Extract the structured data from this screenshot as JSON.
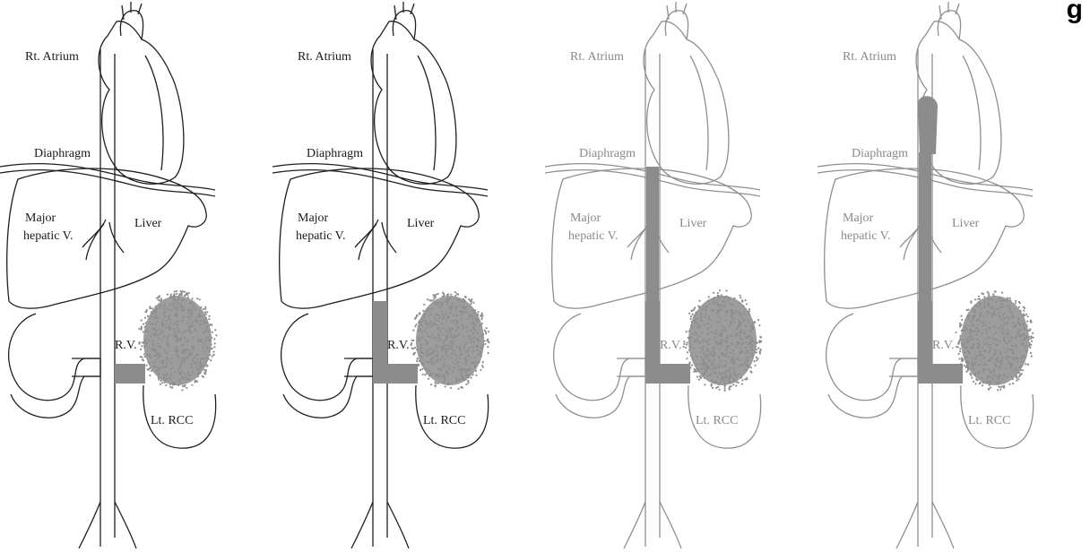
{
  "corner_text": "g",
  "labels": {
    "atrium": "Rt. Atrium",
    "diaphragm": "Diaphragm",
    "major": "Major",
    "hepatic": "hepatic V.",
    "liver": "Liver",
    "rv": "R.V.",
    "rcc": "Lt. RCC"
  },
  "panels": [
    {
      "stage": 1,
      "muted": false
    },
    {
      "stage": 2,
      "muted": false
    },
    {
      "stage": 3,
      "muted": true
    },
    {
      "stage": 4,
      "muted": true
    }
  ],
  "colors": {
    "tumor": "#8c8c8c",
    "outline": "#1f1f1f",
    "muted_outline": "#8f8f8f"
  }
}
